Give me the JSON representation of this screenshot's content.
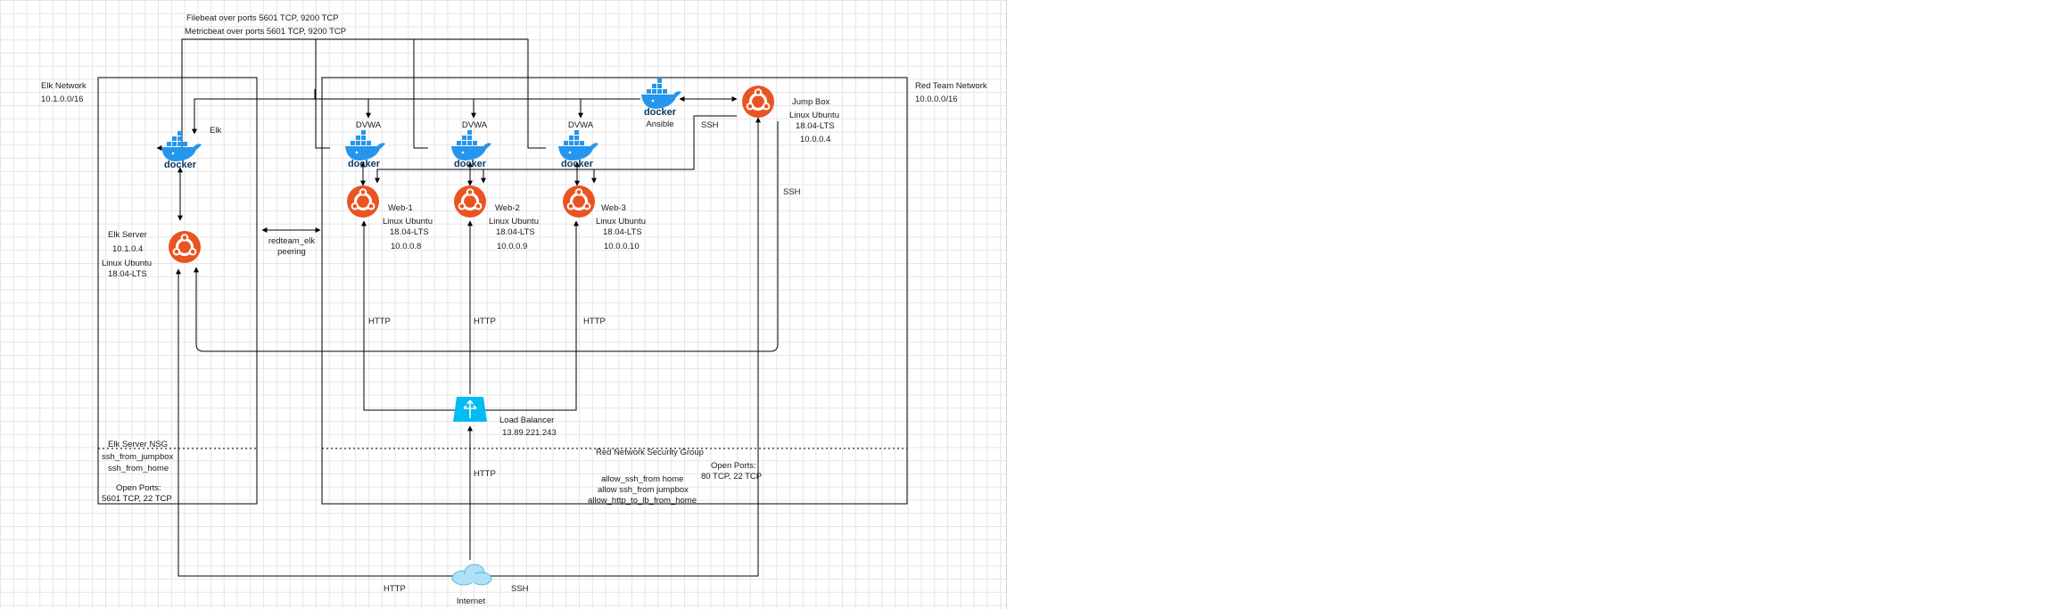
{
  "colors": {
    "ubuntu": "#e95420",
    "docker": "#2496ed",
    "load_balancer": "#00bcf2",
    "line": "#000000"
  },
  "top_labels": {
    "filebeat": "Filebeat over ports 5601 TCP, 9200 TCP",
    "metricbeat": "Metricbeat over ports 5601 TCP, 9200 TCP"
  },
  "elk_network": {
    "title": "Elk Network",
    "cidr": "10.1.0.0/16"
  },
  "red_network": {
    "title": "Red Team Network",
    "cidr": "10.0.0.0/16"
  },
  "peering": {
    "line1": "redteam_elk",
    "line2": "peering"
  },
  "elk": {
    "container_label": "Elk",
    "docker_word": "docker",
    "server": {
      "name": "Elk Server",
      "ip": "10.1.0.4",
      "os": "Linux Ubuntu",
      "version": "18.04-LTS"
    },
    "nsg": {
      "title": "Elk Server NSG",
      "rules": [
        "ssh_from_jumpbox",
        "ssh_from_home"
      ],
      "ports_title": "Open Ports:",
      "ports": "5601 TCP, 22 TCP"
    }
  },
  "ansible": {
    "docker_word": "docker",
    "label": "Ansible"
  },
  "jumpbox": {
    "name": "Jump Box",
    "os": "Linux Ubuntu",
    "version": "18.04-LTS",
    "ip": "10.0.0.4",
    "ssh_short": "SSH",
    "ssh_side": "SSH"
  },
  "webs": [
    {
      "container": "DVWA",
      "docker_word": "docker",
      "name": "Web-1",
      "os": "Linux Ubuntu",
      "version": "18.04-LTS",
      "ip": "10.0.0.8",
      "http": "HTTP"
    },
    {
      "container": "DVWA",
      "docker_word": "docker",
      "name": "Web-2",
      "os": "Linux Ubuntu",
      "version": "18.04-LTS",
      "ip": "10.0.0.9",
      "http": "HTTP"
    },
    {
      "container": "DVWA",
      "docker_word": "docker",
      "name": "Web-3",
      "os": "Linux Ubuntu",
      "version": "18.04-LTS",
      "ip": "10.0.0.10",
      "http": "HTTP"
    }
  ],
  "load_balancer": {
    "name": "Load Balancer",
    "ip": "13.89.221.243",
    "http": "HTTP"
  },
  "red_nsg": {
    "title": "Red Network Security Group",
    "rules": [
      "allow_ssh_from home",
      "allow ssh_from jumpbox",
      "allow_http_to_lb_from_home"
    ],
    "ports_title": "Open Ports:",
    "ports": "80 TCP, 22 TCP"
  },
  "internet": {
    "label": "Internet",
    "http": "HTTP",
    "ssh": "SSH"
  }
}
